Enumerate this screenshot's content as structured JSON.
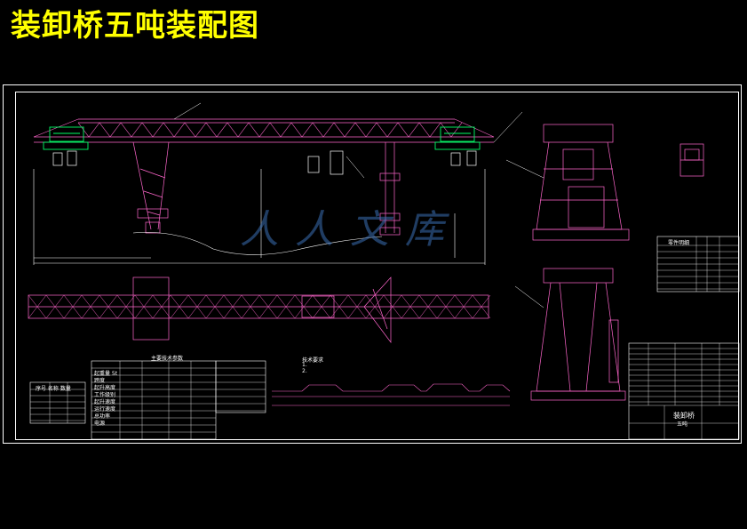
{
  "header": {
    "title": "装卸桥五吨装配图"
  },
  "watermark": {
    "text": "人人文库"
  },
  "tables": {
    "params_title": "主要技术参数",
    "params_rows": [
      [
        "起重量",
        "5t",
        "",
        ""
      ],
      [
        "跨度",
        "",
        "",
        ""
      ],
      [
        "起升高度",
        "",
        "",
        ""
      ],
      [
        "工作级别",
        "",
        "",
        ""
      ],
      [
        "起升速度",
        "",
        "",
        ""
      ],
      [
        "运行速度",
        "",
        "",
        ""
      ],
      [
        "总功率",
        "",
        "",
        ""
      ],
      [
        "电源",
        "",
        "",
        ""
      ]
    ],
    "small_table_title": "序号 名称 数量",
    "right_table_title": "零件明细",
    "titleblock_main": "装卸桥",
    "titleblock_sub": "五吨"
  },
  "notes": [
    "技术要求",
    "1.",
    "2."
  ],
  "colors": {
    "structure": "#ff66cc",
    "lines": "#ffffff",
    "highlight": "#00ff66",
    "accent": "#ffff00",
    "watermark": "#3b6fb5"
  }
}
